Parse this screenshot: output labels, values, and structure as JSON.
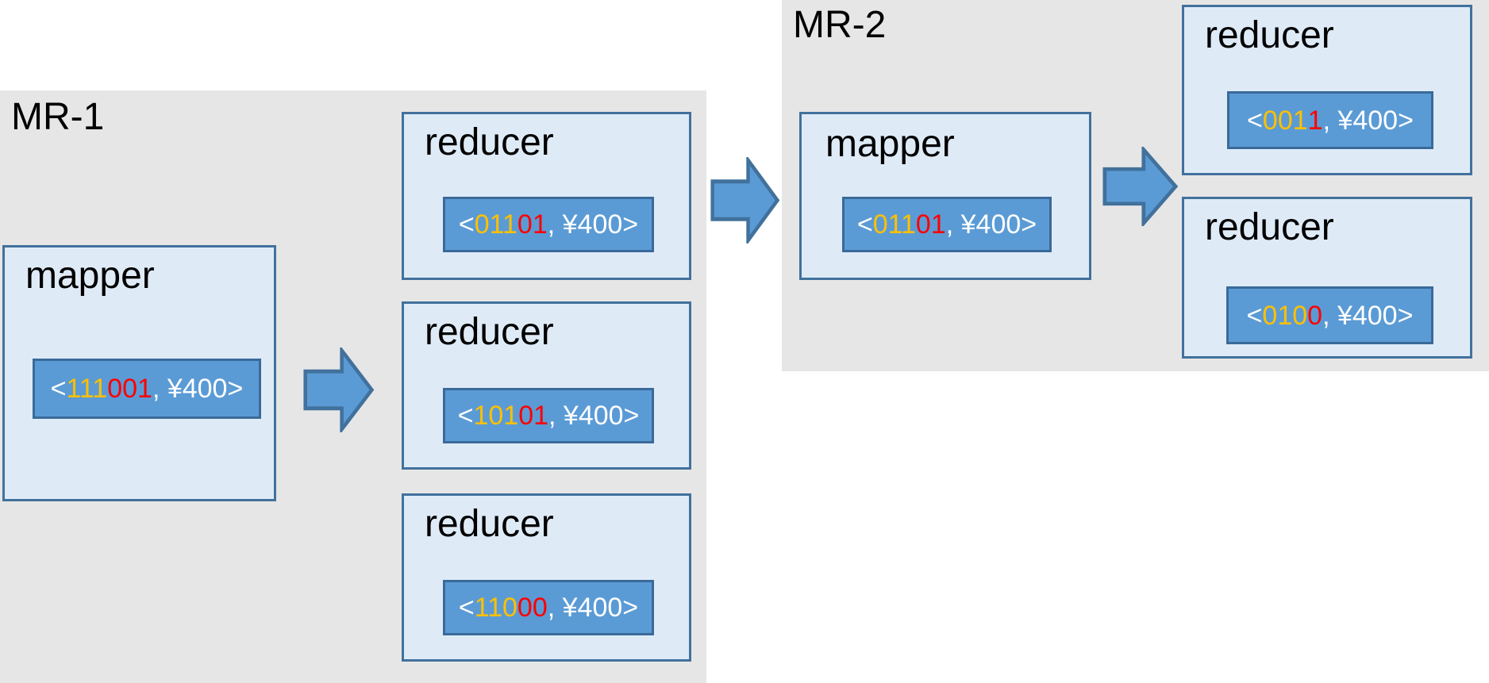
{
  "diagram": {
    "type": "mapreduce-flow",
    "colors": {
      "panel_bg": "#E7E6E6",
      "node_fill": "#DEEBF7",
      "node_border": "#41719C",
      "kv_fill": "#5B9BD5",
      "kv_border": "#3A6A99",
      "arrow_fill": "#5B9BD5",
      "arrow_border": "#41719C",
      "digit_yellow": "#FFC000",
      "digit_red": "#FF0000",
      "kv_text": "#FFFFFF"
    },
    "stages": [
      {
        "title": "MR-1",
        "mapper": {
          "label": "mapper",
          "value": {
            "prefix": "<",
            "yellow": "111",
            "red": "001",
            "suffix": ", ¥400>"
          }
        },
        "reducers": [
          {
            "label": "reducer",
            "value": {
              "prefix": "<",
              "yellow": "011",
              "red": "01",
              "suffix": ", ¥400>"
            }
          },
          {
            "label": "reducer",
            "value": {
              "prefix": "<",
              "yellow": "101",
              "red": "01",
              "suffix": ", ¥400>"
            }
          },
          {
            "label": "reducer",
            "value": {
              "prefix": "<",
              "yellow": "110",
              "red": "00",
              "suffix": ", ¥400>"
            }
          }
        ]
      },
      {
        "title": "MR-2",
        "mapper": {
          "label": "mapper",
          "value": {
            "prefix": "<",
            "yellow": "011",
            "red": "01",
            "suffix": ", ¥400>"
          }
        },
        "reducers": [
          {
            "label": "reducer",
            "value": {
              "prefix": "<",
              "yellow": "001",
              "red": "1",
              "suffix": ", ¥400>"
            }
          },
          {
            "label": "reducer",
            "value": {
              "prefix": "<",
              "yellow": "010",
              "red": "0",
              "suffix": ", ¥400>"
            }
          }
        ]
      }
    ]
  }
}
